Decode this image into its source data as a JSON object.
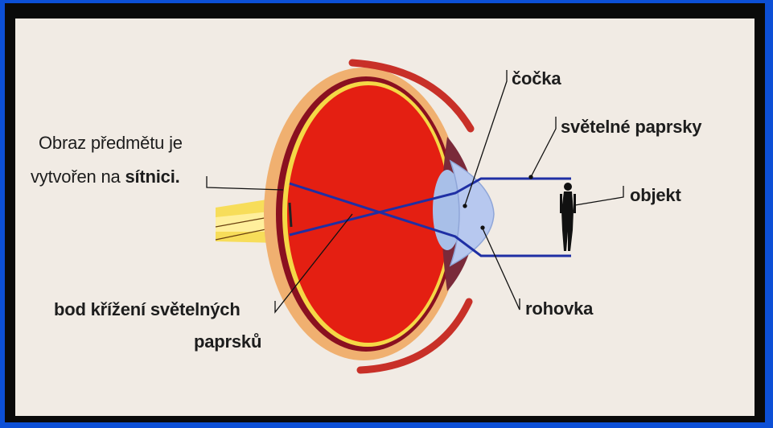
{
  "labels": {
    "cocka": "čočka",
    "svetelne_paprsky": "světelné paprsky",
    "objekt": "objekt",
    "rohovka": "rohovka",
    "obraz_line1": "Obraz předmětu je",
    "obraz_line2_prefix": "vytvořen na",
    "obraz_line2_bold": "sítnici.",
    "bod_line1": "bod křížení světelných",
    "bod_line2": "paprsků"
  },
  "colors": {
    "frame": "#0a0a0a",
    "outer_background": "#0c4fd6",
    "panel": "#f1ebe4",
    "eyeball": "#e41f12",
    "sclera_outer": "#f0b070",
    "retina_stripe": "#f5d846",
    "choroid": "#8a1020",
    "cornea": "#b7c8ef",
    "lens": "#a8bfe8",
    "light_rays": "#1f2fa4",
    "optic_nerve": "#f7dd5a",
    "leader_lines": "#111111"
  }
}
